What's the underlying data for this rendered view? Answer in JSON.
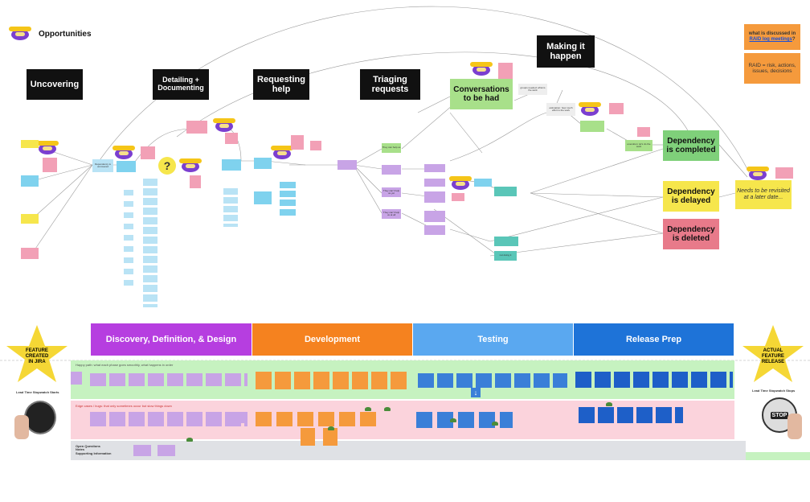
{
  "header": {
    "title": "Opportunities"
  },
  "stages": {
    "uncovering": "Uncovering",
    "detailing": "Detailing + Documenting",
    "requesting": "Requesting help",
    "triaging": "Triaging requests",
    "making": "Making it happen"
  },
  "raid": {
    "question_prefix": "what is discussed in",
    "question_link": "RAID log meetings",
    "question_suffix": "?",
    "definition": "RAID = risk, actions, issues, decisions"
  },
  "outcomes": {
    "conversations": "Conversations to be had",
    "completed": "Dependency is completed",
    "delayed": "Dependency is delayed",
    "deleted": "Dependency is deleted",
    "revisit": "Needs to be revisited at a later date..."
  },
  "small_notes": {
    "they_can_help": "They can help us",
    "they_cant_help": "They can't help us yet",
    "they_cant_help2": "They can't help us at all",
    "dependency_uncovered": "Dependency is uncovered",
    "execution": "execution: let's do the work",
    "groups_needed": "groups needed: what is the work",
    "estimation": "estimation: how much effort is the work",
    "not_doing": "not doing it"
  },
  "swimlane": {
    "phases": [
      {
        "label": "Discovery, Definition, & Design",
        "color": "#b63ee0"
      },
      {
        "label": "Development",
        "color": "#f5821f"
      },
      {
        "label": "Testing",
        "color": "#5aa8f0"
      },
      {
        "label": "Release Prep",
        "color": "#1e73d8"
      }
    ],
    "lane_labels": {
      "happy": "Happy path: what each phase goes smoothly, what happens in order",
      "edge": "Edge cases / bugs: that only sometimes occur but slow things down",
      "questions": "Open Questions\nNotes\nSupporting Information"
    },
    "start_star": "FEATURE CREATED IN JIRA",
    "end_star": "ACTUAL FEATURE RELEASE",
    "start_caption": "Lead Time Stopwatch Starts",
    "end_caption": "Lead Time Stopwatch Stops",
    "stopwatch_text": "STOP"
  }
}
